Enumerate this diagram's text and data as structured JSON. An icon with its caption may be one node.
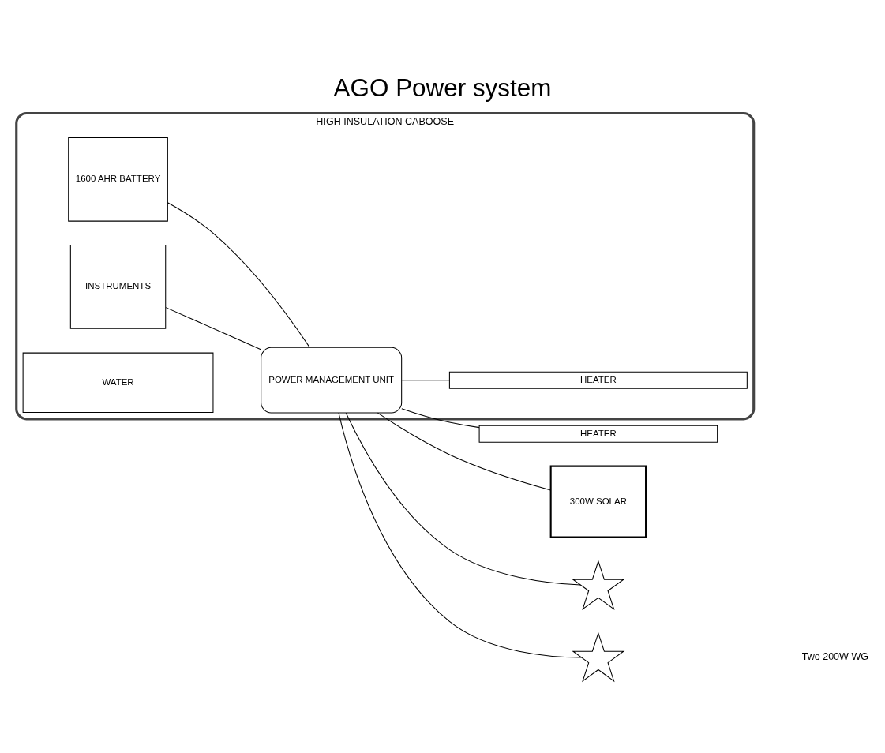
{
  "diagram": {
    "title": "AGO Power system",
    "nodes": [
      {
        "text": [
          "HIGH INSULATION CABOOSE"
        ]
      },
      {
        "text": [
          "HEATER"
        ]
      },
      {
        "text": [
          "1600 AHR BATTERY"
        ],
        "in": 0
      },
      {
        "text": [
          "INSTRUMENTS"
        ],
        "in": 0
      },
      {
        "text": [
          "WATER"
        ],
        "in": 0
      },
      {
        "text": [
          "POWER MANAGEMENT UNIT"
        ],
        "in": 0
      },
      {
        "text": [
          "HEATER"
        ],
        "in": 0
      },
      {
        "text": [
          "300W SOLAR"
        ]
      },
      {
        "text": [],
        "shape": "star"
      },
      {
        "text": [],
        "shape": "star"
      }
    ],
    "edges": [
      {
        "from": 2,
        "to": 5,
        "arrow": "none"
      },
      {
        "from": 3,
        "to": 5,
        "arrow": "none"
      },
      {
        "from": 5,
        "to": 1,
        "arrow": "none"
      },
      {
        "from": 5,
        "to": 7,
        "arrow": "none"
      },
      {
        "from": 5,
        "to": 8,
        "arrow": "none"
      },
      {
        "from": 5,
        "to": 9,
        "arrow": "none"
      },
      {
        "from": 5,
        "to": 6,
        "arrow": "none"
      }
    ],
    "labels": [
      "Two 200W WG"
    ]
  }
}
